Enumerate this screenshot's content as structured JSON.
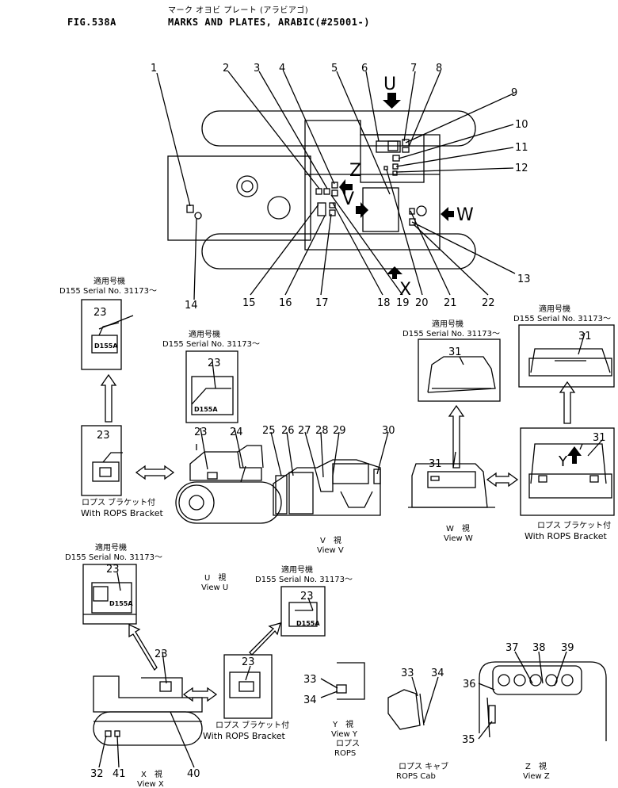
{
  "header": {
    "fig": "FIG.538A",
    "title_jp": "マーク オヨビ プレート (アラビアゴ)",
    "title_en": "MARKS AND PLATES, ARABIC(#25001-)"
  },
  "view_arrows": {
    "U": "U",
    "V": "V",
    "W": "W",
    "X": "X",
    "Z": "Z",
    "Y": "Y"
  },
  "callouts": {
    "n1": "1",
    "n2": "2",
    "n3": "3",
    "n4": "4",
    "n5": "5",
    "n6": "6",
    "n7": "7",
    "n8": "8",
    "n9": "9",
    "n10": "10",
    "n11": "11",
    "n12": "12",
    "n13": "13",
    "n14": "14",
    "n15": "15",
    "n16": "16",
    "n17": "17",
    "n18": "18",
    "n19": "19",
    "n20": "20",
    "n21": "21",
    "n22": "22",
    "n23": "23",
    "n24": "24",
    "n25": "25",
    "n26": "26",
    "n27": "27",
    "n28": "28",
    "n29": "29",
    "n30": "30",
    "n31": "31",
    "n32": "32",
    "n33": "33",
    "n34": "34",
    "n35": "35",
    "n36": "36",
    "n37": "37",
    "n38": "38",
    "n39": "39",
    "n40": "40",
    "n41": "41"
  },
  "serial_jp": "適用号機",
  "serial_en": "D155  Serial  No.  31173～",
  "plate_text": "D155A",
  "rops_bracket_jp": "ロプス ブラケット付",
  "rops_bracket_en": "With ROPS Bracket",
  "views": {
    "u_jp": "U　視",
    "u_en": "View U",
    "v_jp": "V　視",
    "v_en": "View V",
    "w_jp": "W　視",
    "w_en": "View W",
    "x_jp": "X　視",
    "x_en": "View X",
    "y_jp": "Y　視",
    "y_en": "View Y",
    "z_jp": "Z　視",
    "z_en": "View Z",
    "rops_jp": "ロプス",
    "rops_en": "ROPS",
    "cab_jp": "ロプス キャブ",
    "cab_en": "ROPS Cab"
  }
}
